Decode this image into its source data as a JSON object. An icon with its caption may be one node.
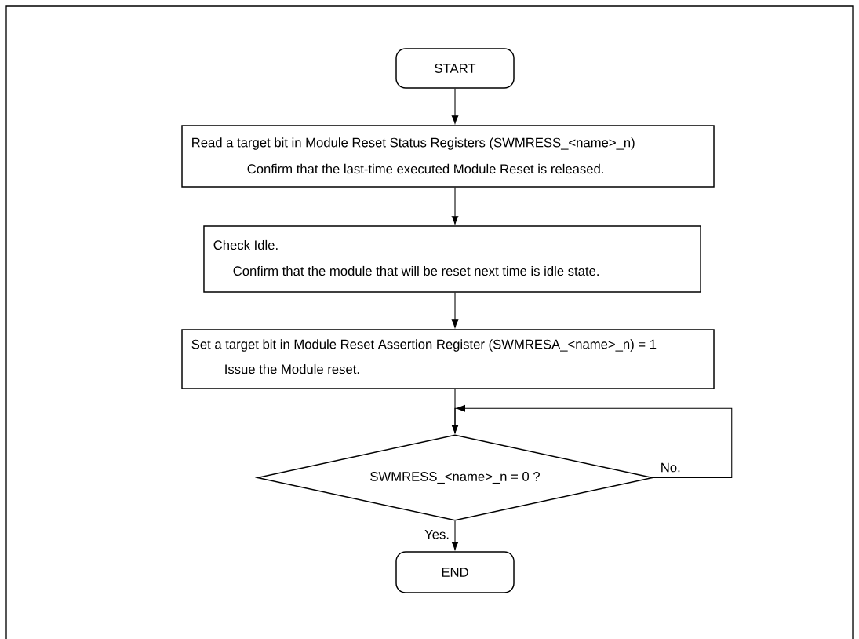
{
  "diagram": {
    "nodes": [
      {
        "text": [
          "START"
        ]
      },
      {
        "text": [
          "Read a target bit in Module Reset Status Registers (SWMRESS_<name>_n)",
          "Confirm that the last-time executed Module Reset is released."
        ]
      },
      {
        "text": [
          "Check Idle.",
          "Confirm that the module that will be reset next time is idle state."
        ]
      },
      {
        "text": [
          "Set a target bit in Module Reset Assertion Register (SWMRESA_<name>_n) = 1",
          "Issue the Module reset."
        ]
      },
      {
        "text": [
          "SWMRESS_<name>_n = 0 ?"
        ]
      },
      {
        "text": [
          "END"
        ]
      }
    ],
    "edges": [
      {
        "from": 0,
        "to": 1,
        "arrow": "to"
      },
      {
        "from": 1,
        "to": 2,
        "arrow": "to"
      },
      {
        "from": 2,
        "to": 3,
        "arrow": "to"
      },
      {
        "from": 3,
        "to": 4,
        "arrow": "to"
      },
      {
        "from": 4,
        "to": 4,
        "arrow": "to",
        "label": "No."
      },
      {
        "from": 4,
        "to": 5,
        "arrow": "to",
        "label": "Yes."
      }
    ]
  }
}
